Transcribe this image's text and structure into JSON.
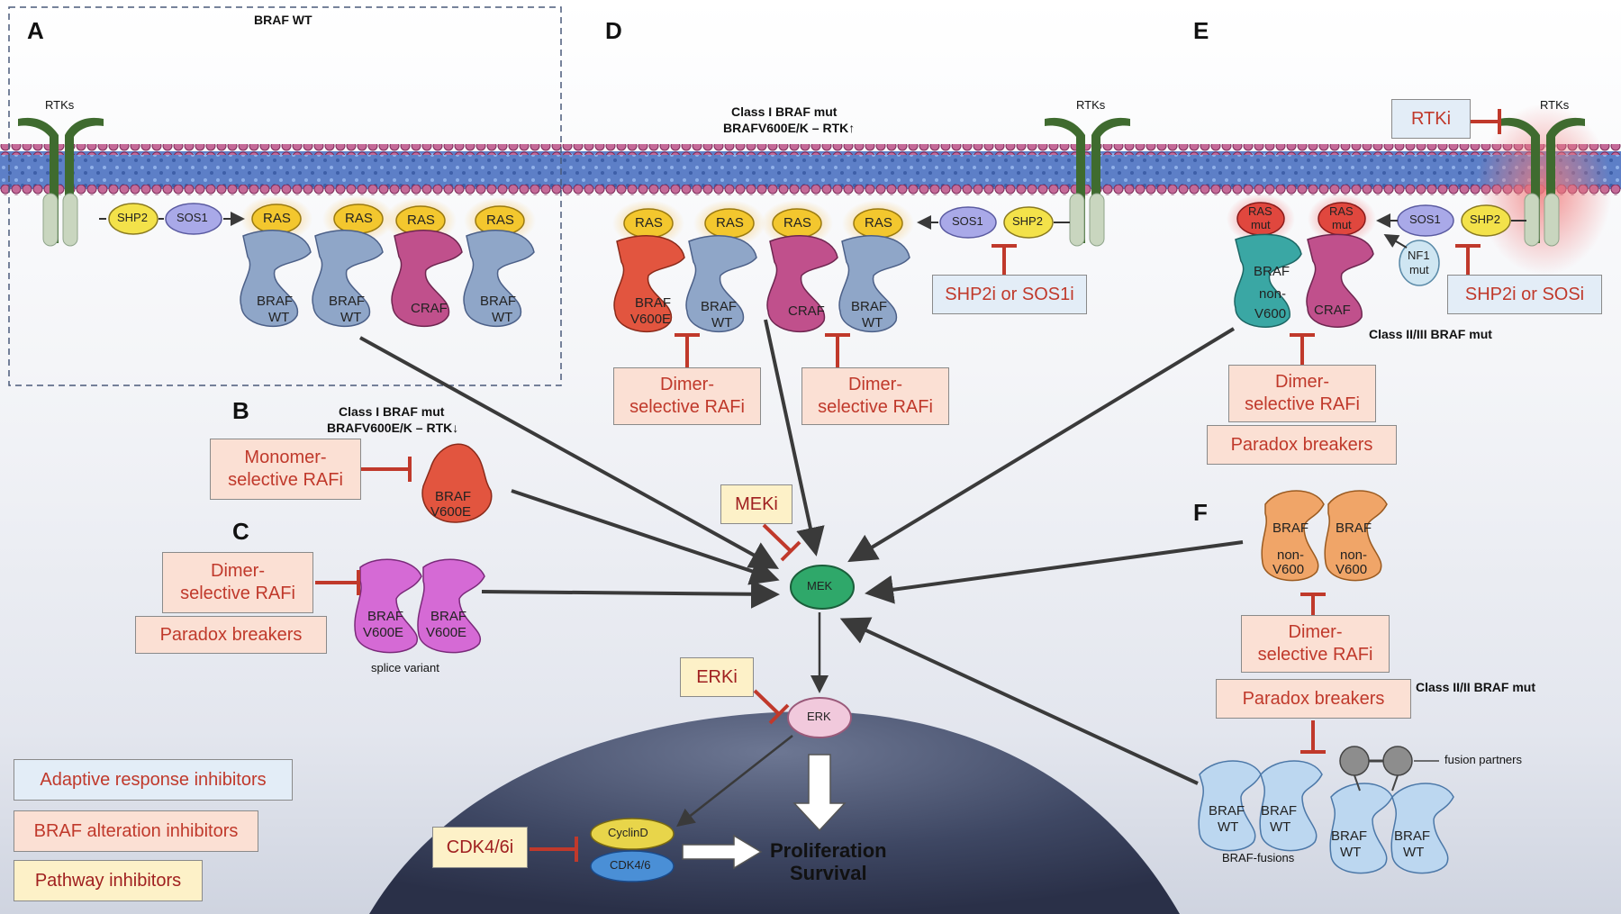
{
  "panels": {
    "a": "A",
    "b": "B",
    "c": "C",
    "d": "D",
    "e": "E",
    "f": "F"
  },
  "headers": {
    "braf_wt": "BRAF WT",
    "class1_up_line1": "Class I BRAF mut",
    "class1_up_line2": "BRAFV600E/K – RTK↑",
    "class1_down_line1": "Class I BRAF mut",
    "class1_down_line2": "BRAFV600E/K – RTK↓",
    "class23": "Class II/III BRAF mut",
    "class2": "Class II/II BRAF mut"
  },
  "labels": {
    "rtks": "RTKs",
    "splice_variant": "splice variant",
    "fusion_partners": "fusion partners",
    "braf_fusions": "BRAF-fusions",
    "proliferation": "Proliferation",
    "survival": "Survival"
  },
  "molecules": {
    "shp2": "SHP2",
    "sos1": "SOS1",
    "ras": "RAS",
    "ras_mut_1": "RAS",
    "ras_mut_2": "mut",
    "braf": "BRAF",
    "wt": "WT",
    "v600e": "V600E",
    "craf": "CRAF",
    "non": "non-",
    "v600": "V600",
    "nf1_1": "NF1",
    "nf1_2": "mut",
    "mek": "MEK",
    "erk": "ERK",
    "cyclind": "CyclinD",
    "cdk46": "CDK4/6"
  },
  "inhibitors": {
    "monomer": [
      "Monomer-",
      "selective RAFi"
    ],
    "dimer": [
      "Dimer-",
      "selective RAFi"
    ],
    "paradox": "Paradox breakers",
    "shp2_sos1": "SHP2i or SOS1i",
    "shp2_sos": "SHP2i or SOSi",
    "rtki": "RTKi",
    "meki": "MEKi",
    "erki": "ERKi",
    "cdk46i": "CDK4/6i"
  },
  "legend": {
    "adaptive": "Adaptive response inhibitors",
    "braf_alt": "BRAF alteration inhibitors",
    "pathway": "Pathway inhibitors"
  },
  "colors": {
    "braf_wt": "#8fa6c8",
    "braf_v600e": "#e2553f",
    "craf": "#c0508c",
    "braf_nonv600_teal": "#3aa7a4",
    "braf_nonv600_orange": "#f0a568",
    "ras": "#f3c72e",
    "sos1": "#a9a9e8",
    "shp2": "#f3e24a",
    "mek": "#2fa86a",
    "erk": "#f1c9dc",
    "inhibitor_red": "#c0392b",
    "braf_alteration_fill": "#fbe0d4",
    "adaptive_fill": "#e3edf7",
    "pathway_fill": "#fdf1c8"
  }
}
